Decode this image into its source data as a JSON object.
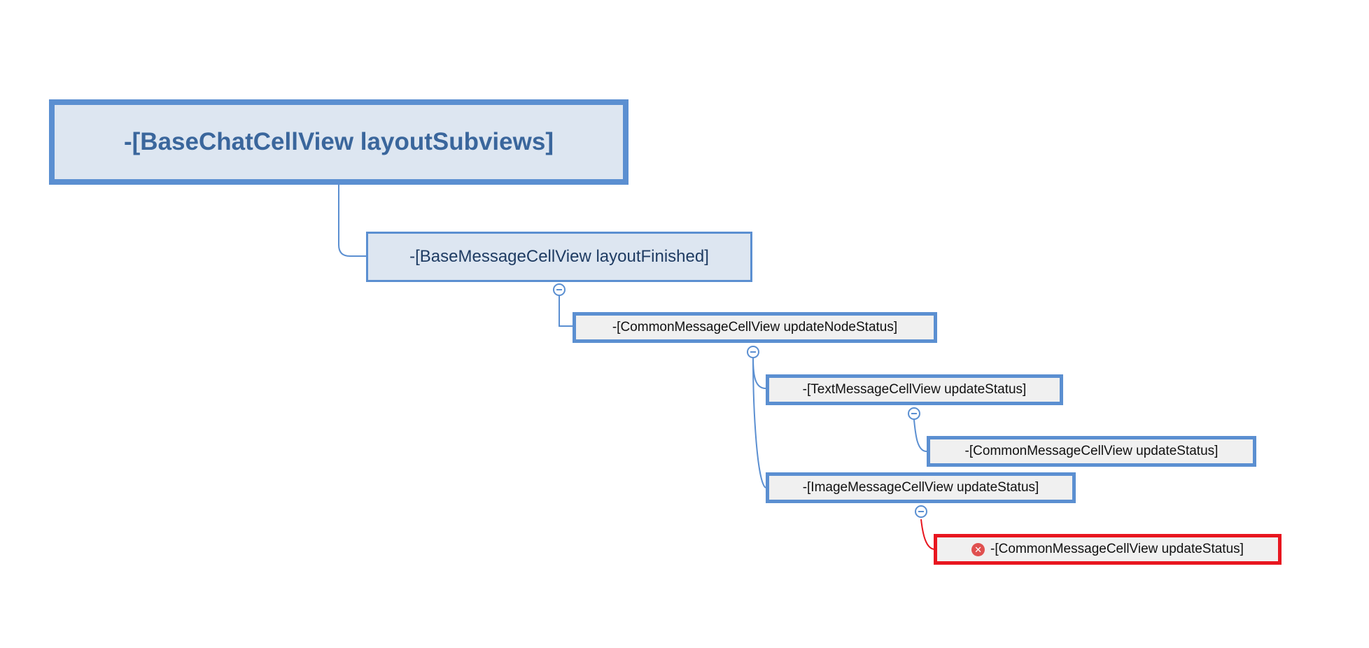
{
  "diagram": {
    "nodes": [
      {
        "id": "n1",
        "label": "-[BaseChatCellView layoutSubviews]"
      },
      {
        "id": "n2",
        "label": "-[BaseMessageCellView layoutFinished]"
      },
      {
        "id": "n3",
        "label": "-[CommonMessageCellView updateNodeStatus]"
      },
      {
        "id": "n4",
        "label": "-[TextMessageCellView updateStatus]"
      },
      {
        "id": "n5",
        "label": "-[CommonMessageCellView updateStatus]"
      },
      {
        "id": "n6",
        "label": "-[ImageMessageCellView updateStatus]"
      },
      {
        "id": "n7",
        "label": "-[CommonMessageCellView updateStatus]",
        "status": "error"
      }
    ],
    "edges": [
      {
        "from": "n1",
        "to": "n2"
      },
      {
        "from": "n2",
        "to": "n3"
      },
      {
        "from": "n3",
        "to": "n4"
      },
      {
        "from": "n4",
        "to": "n5"
      },
      {
        "from": "n3",
        "to": "n6"
      },
      {
        "from": "n6",
        "to": "n7",
        "status": "error"
      }
    ],
    "icons": {
      "collapse": "collapse-minus-icon",
      "error": "error-x-icon"
    },
    "colors": {
      "node_border": "#5b8fd1",
      "node_fill": "#dde6f1",
      "leaf_fill": "#f0f0f0",
      "error": "#e8161f",
      "root_text": "#3a669c"
    }
  }
}
